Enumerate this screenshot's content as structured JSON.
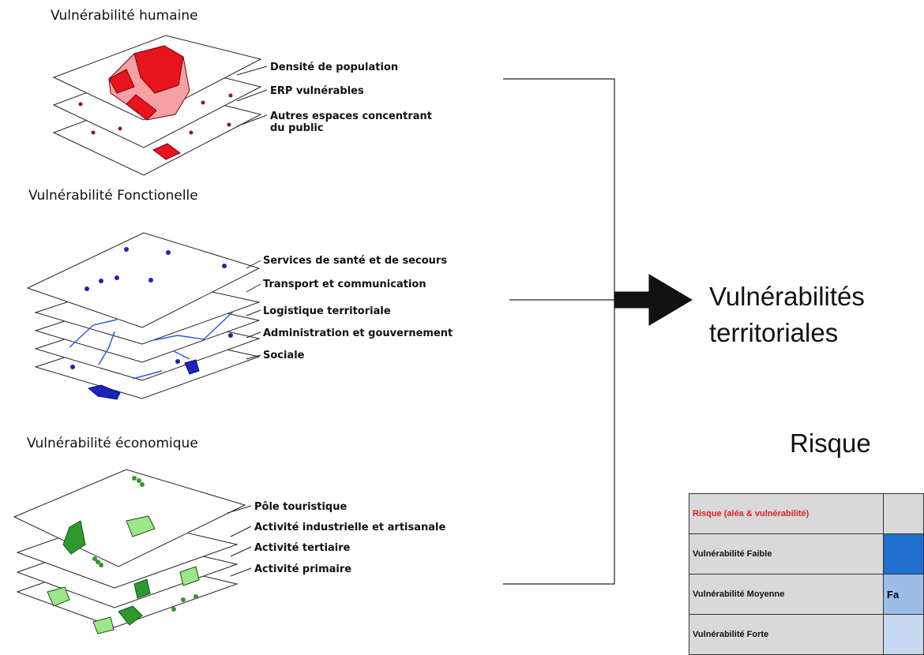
{
  "sections": {
    "human": {
      "title": "Vulnérabilité humaine",
      "items": [
        "Densité de population",
        "ERP vulnérables",
        "Autres espaces concentrant",
        "du public"
      ]
    },
    "functional": {
      "title": "Vulnérabilité Fonctionelle",
      "items": [
        "Services de santé et de secours",
        "Transport et communication",
        "Logistique territoriale",
        "Administration et gouvernement",
        "Sociale"
      ]
    },
    "economic": {
      "title": "Vulnérabilité économique",
      "items": [
        "Pôle touristique",
        "Activité industrielle et artisanale",
        "Activité tertiaire",
        "Activité primaire"
      ]
    }
  },
  "result": {
    "line1": "Vulnérabilités",
    "line2": "territoriales"
  },
  "risk": {
    "title": "Risque",
    "table": {
      "rows": [
        {
          "label": "Risque (aléa & vulnérabilité)",
          "value": "",
          "label_color": "#e0201f",
          "value_color": "#d9d9d9"
        },
        {
          "label": "Vulnérabilité Faible",
          "value": "",
          "label_color": "#111111",
          "value_color": "#1f6fd0"
        },
        {
          "label": "Vulnérabilité Moyenne",
          "value": "Fa",
          "label_color": "#111111",
          "value_color": "#9bbde8"
        },
        {
          "label": "Vulnérabilité Forte",
          "value": "",
          "label_color": "#111111",
          "value_color": "#c7d9f0"
        }
      ]
    }
  },
  "colors": {
    "human": "#e8141e",
    "human_light": "#f4a0a4",
    "functional": "#1a24b8",
    "functional_line": "#2a5ce8",
    "economic_dark": "#2e9a2e",
    "economic_light": "#9ee68a",
    "arrow": "#111111"
  }
}
